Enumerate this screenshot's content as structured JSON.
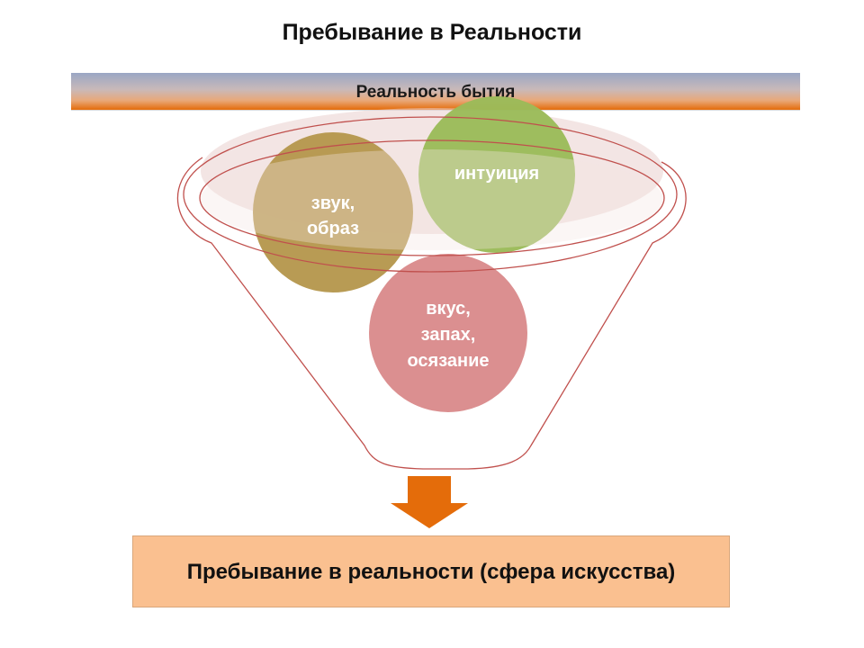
{
  "title": "Пребывание в Реальности",
  "banner": {
    "label": "Реальность бытия"
  },
  "circles": {
    "sound": {
      "line1": "звук,",
      "line2": "образ",
      "color": "#b4964b"
    },
    "intuition": {
      "line1": "интуиция",
      "color": "#9bbb59"
    },
    "taste": {
      "line1": "вкус,",
      "line2": "запах,",
      "line3": "осязание",
      "color": "#d9898a"
    }
  },
  "result": {
    "label": "Пребывание в реальности (сфера искусства)"
  },
  "colors": {
    "funnel_stroke": "#c0504d",
    "arrow": "#e46c0a",
    "result_fill": "#fac090"
  }
}
